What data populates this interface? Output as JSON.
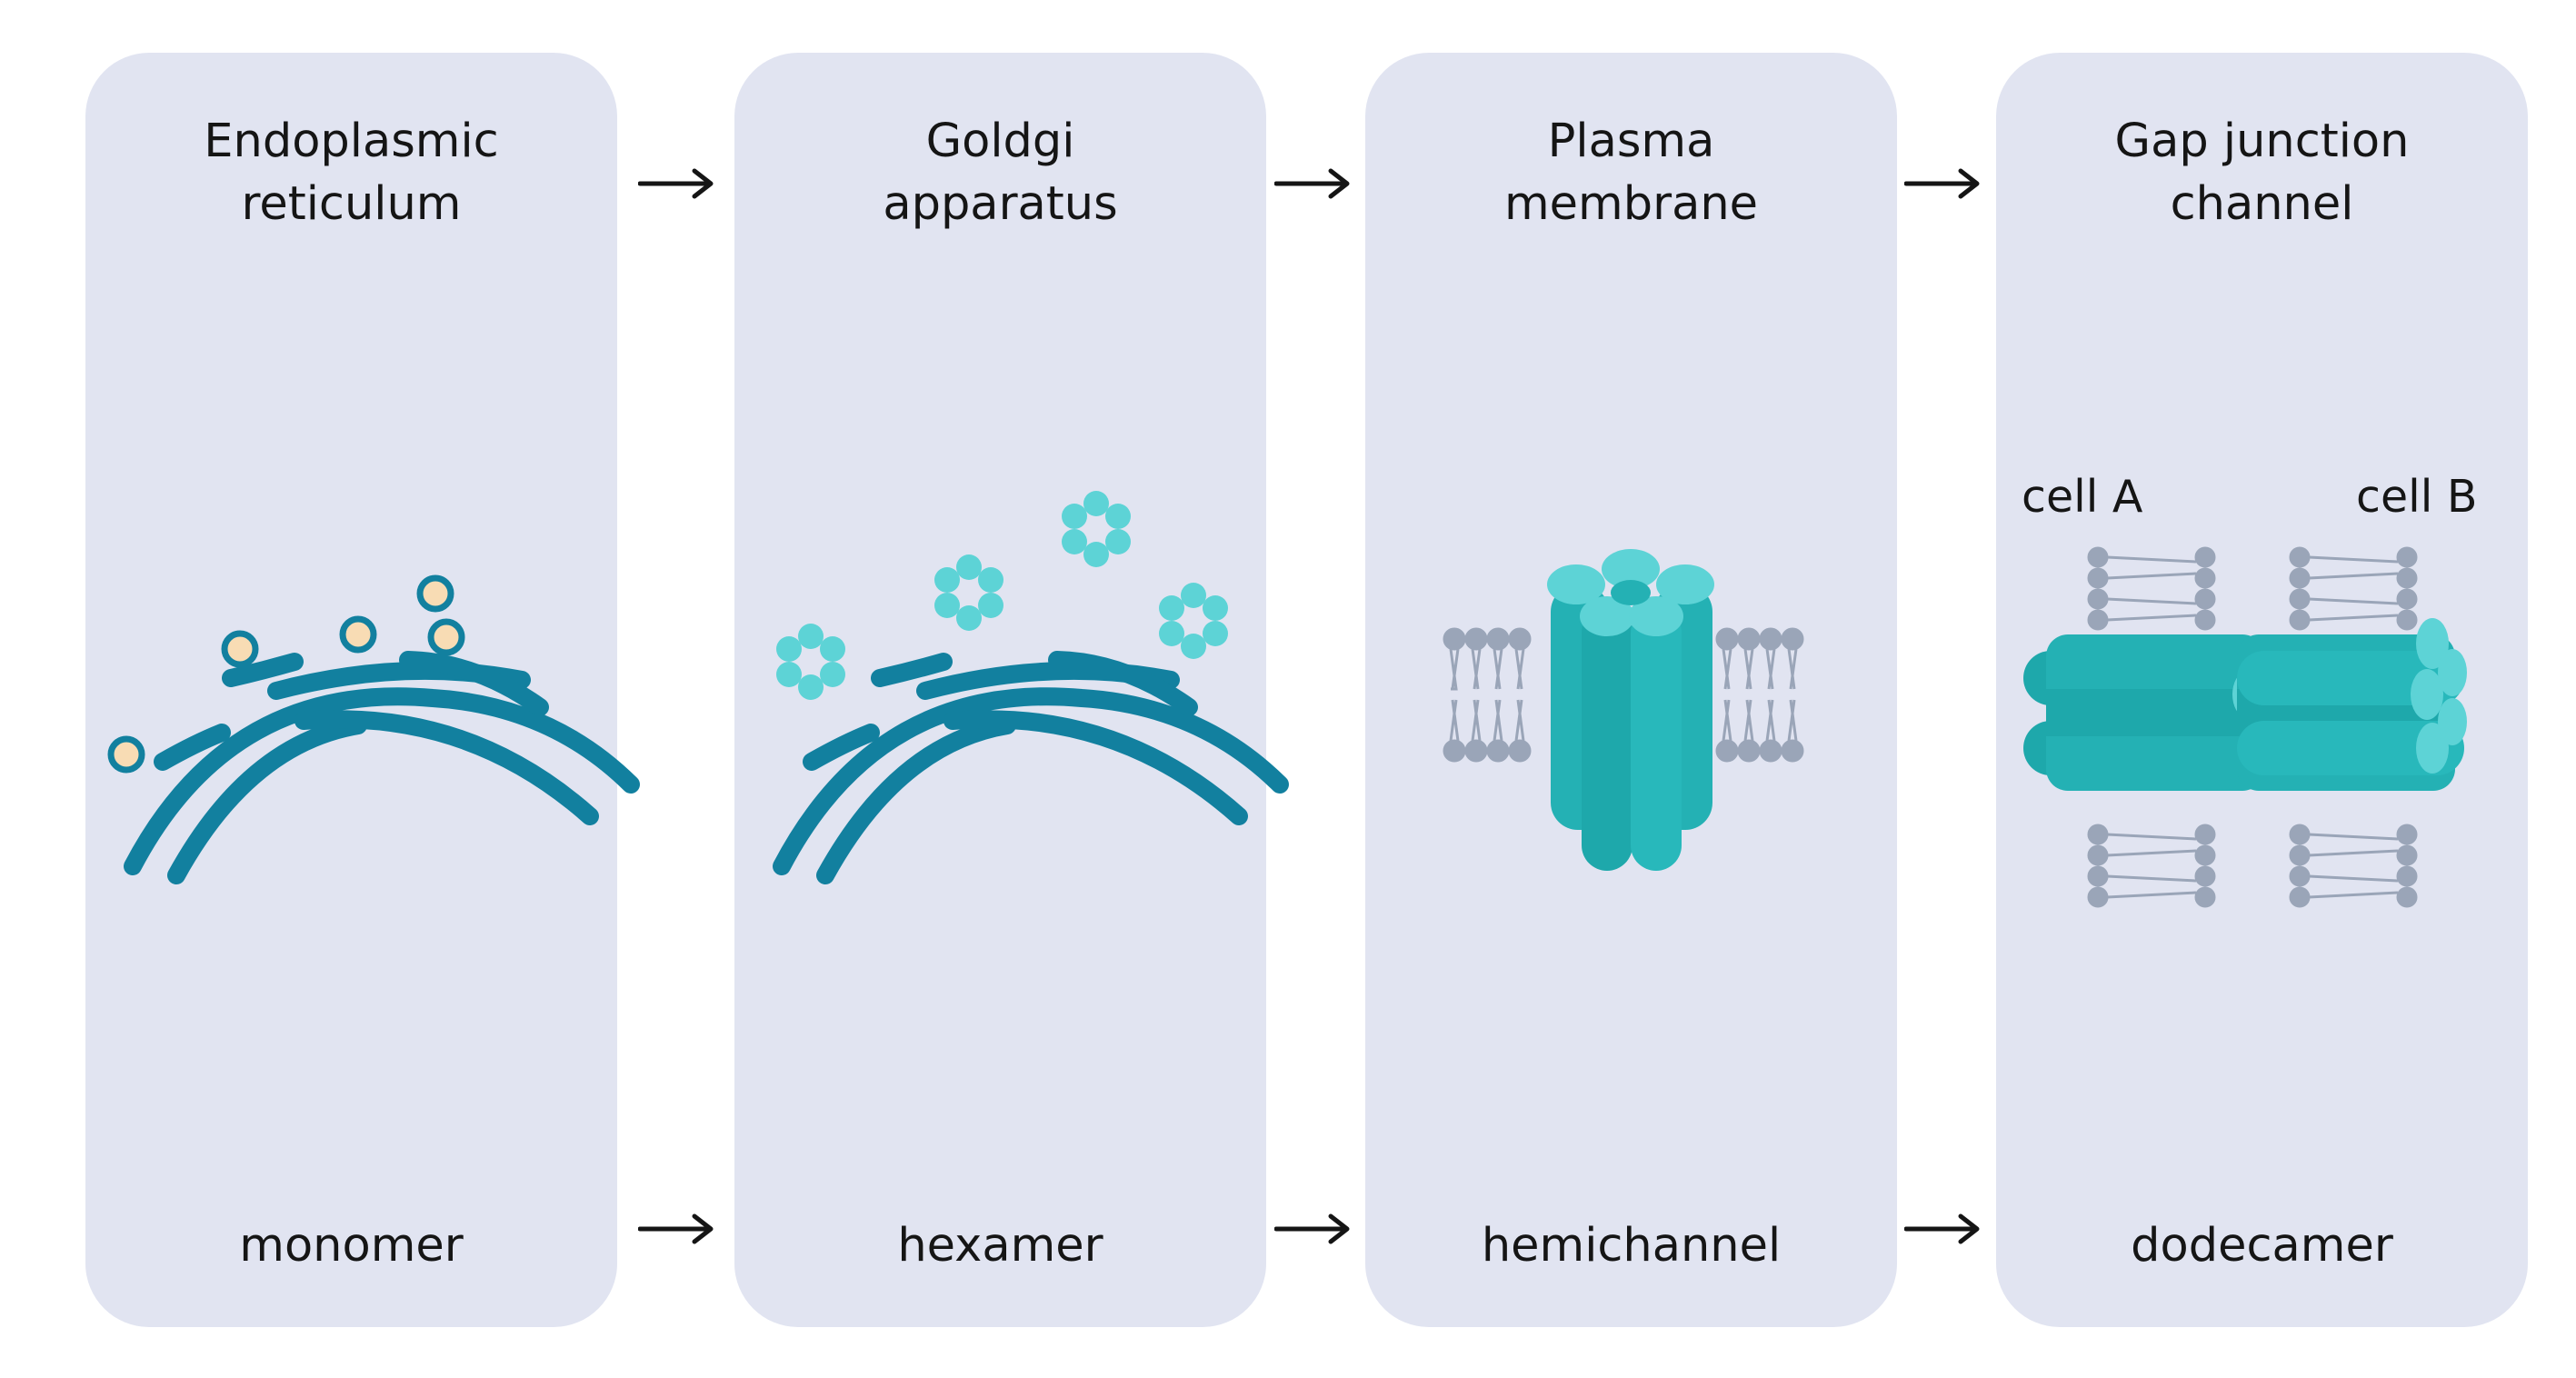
{
  "stages": [
    {
      "title_line1": "Endoplasmic",
      "title_line2": "reticulum",
      "label": "monomer"
    },
    {
      "title_line1": "Goldgi",
      "title_line2": "apparatus",
      "label": "hexamer"
    },
    {
      "title_line1": "Plasma",
      "title_line2": "membrane",
      "label": "hemichannel"
    },
    {
      "title_line1": "Gap junction",
      "title_line2": "channel",
      "label": "dodecamer"
    }
  ],
  "cells": {
    "a": "cell A",
    "b": "cell B"
  },
  "colors": {
    "panel": "#e1e4f1",
    "organelle": "#12809f",
    "monomer_fill": "#f8dcb4",
    "connexin": "#5dd3d6",
    "connexin_dark": "#24b1b4",
    "lipid": "#9aa5b8"
  }
}
